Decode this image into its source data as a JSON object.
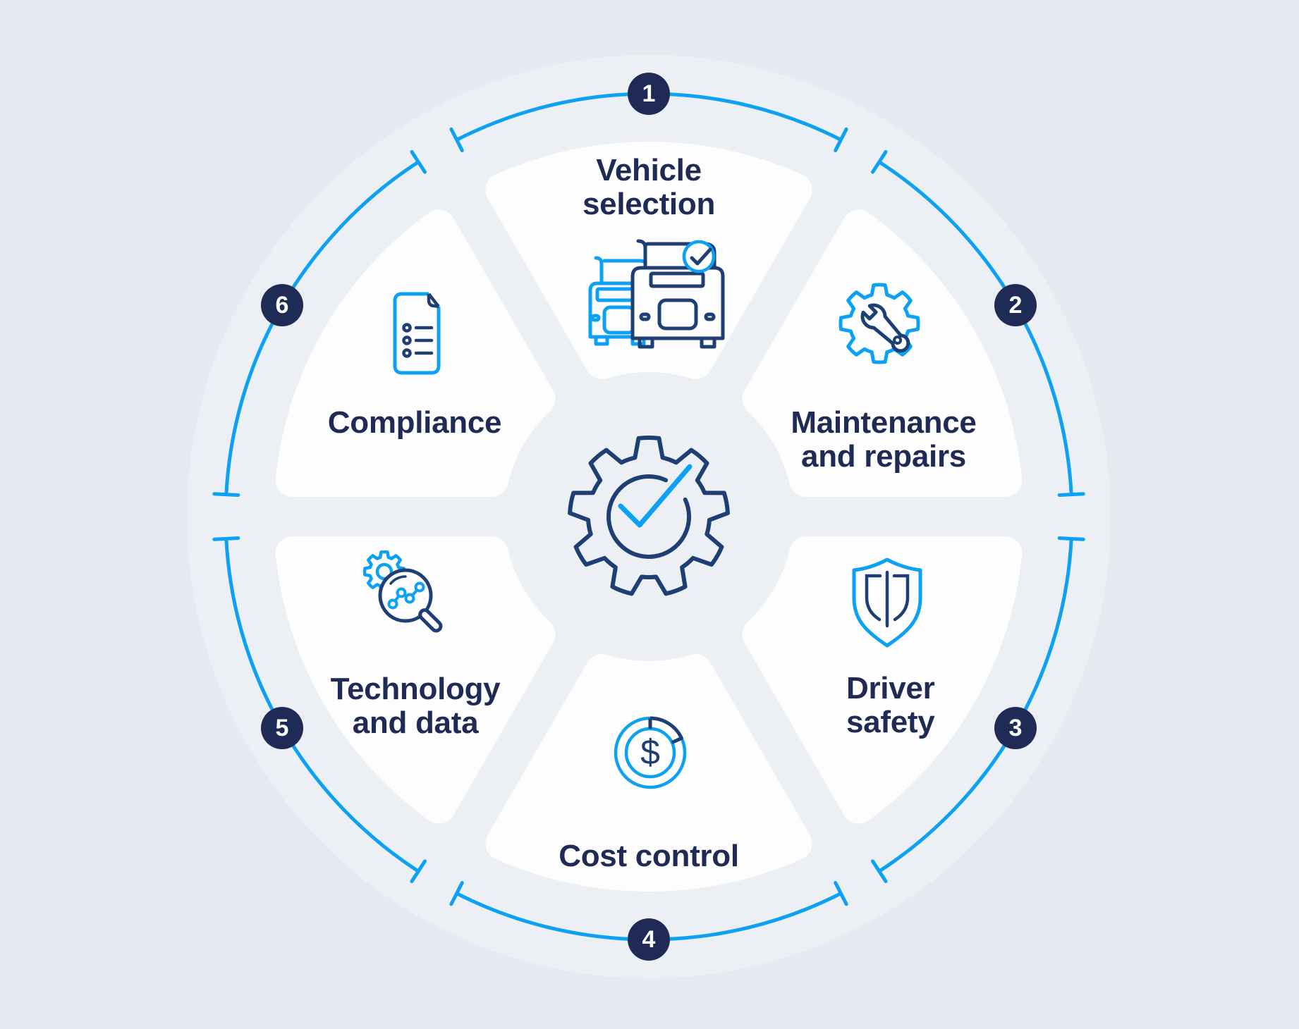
{
  "center": {
    "icon": "gear-check-icon"
  },
  "segments": [
    {
      "number": "1",
      "label_lines": [
        "Vehicle",
        "selection"
      ],
      "icon": "trucks-check-icon"
    },
    {
      "number": "2",
      "label_lines": [
        "Maintenance",
        "and repairs"
      ],
      "icon": "gear-wrench-icon"
    },
    {
      "number": "3",
      "label_lines": [
        "Driver",
        "safety"
      ],
      "icon": "shield-icon"
    },
    {
      "number": "4",
      "label_lines": [
        "Cost control"
      ],
      "icon": "donut-dollar-icon"
    },
    {
      "number": "5",
      "label_lines": [
        "Technology",
        "and data"
      ],
      "icon": "gear-magnifier-icon"
    },
    {
      "number": "6",
      "label_lines": [
        "Compliance"
      ],
      "icon": "document-checklist-icon"
    }
  ],
  "icon_labels": {
    "dollar_sign": "$"
  },
  "colors": {
    "background": "#e6e9ef",
    "disc": "#ecEFf4",
    "wedge": "#fdfdfe",
    "accent_blue": "#0ca1f2",
    "navy": "#1f2b55",
    "icon_navy": "#1e3f73"
  }
}
